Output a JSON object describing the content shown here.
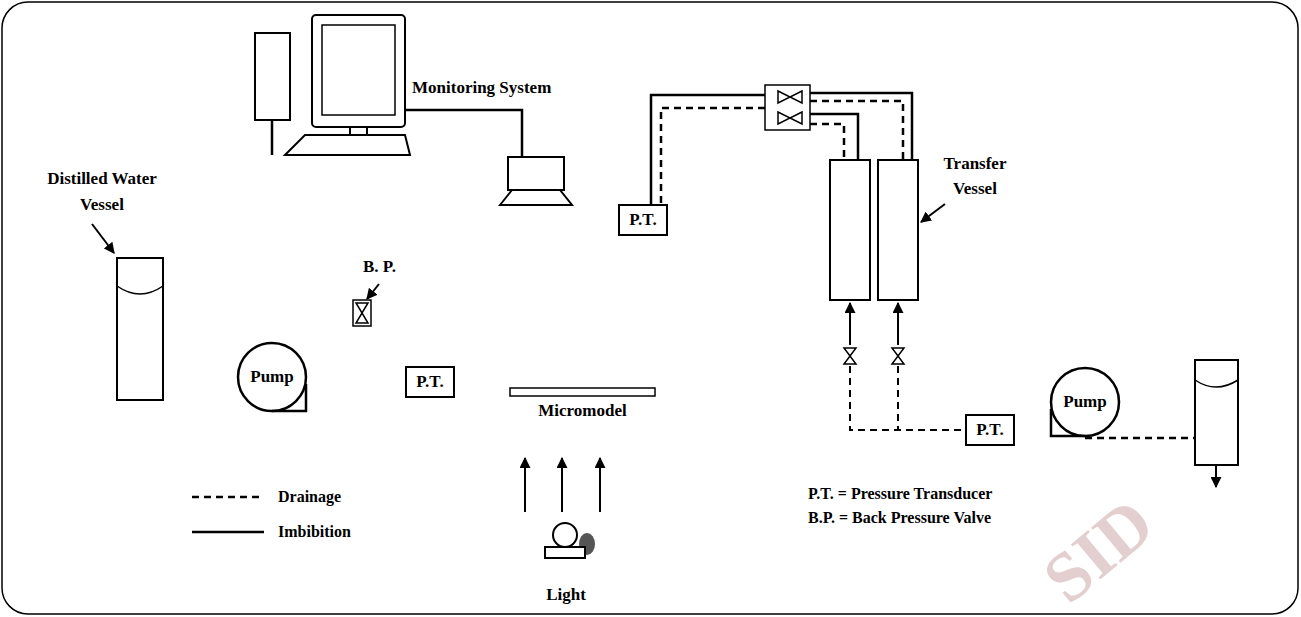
{
  "diagram": {
    "nodes": [
      {
        "text": [
          "Distilled Water Vessel"
        ]
      },
      {
        "text": [
          "Pump"
        ]
      },
      {
        "text": [
          "P.T."
        ]
      },
      {
        "text": [
          "B. P."
        ]
      },
      {
        "text": [
          "Micromodel"
        ]
      },
      {
        "text": [
          "Monitoring System"
        ]
      },
      {
        "text": [
          "P.T."
        ]
      },
      {
        "text": [
          "Transfer Vessel"
        ]
      },
      {
        "text": [
          "Pump"
        ]
      },
      {
        "text": [
          "P.T."
        ]
      },
      {
        "text": [
          "Light"
        ]
      }
    ],
    "edges": [
      {
        "from": 1,
        "to": 0,
        "arrow": "to"
      },
      {
        "from": 1,
        "to": 2,
        "arrow": "none"
      },
      {
        "from": 3,
        "to": 2,
        "arrow": "none"
      },
      {
        "from": 2,
        "to": 4,
        "arrow": "none"
      },
      {
        "from": 2,
        "to": 4,
        "arrow": "none"
      },
      {
        "from": 4,
        "to": 6,
        "arrow": "none"
      },
      {
        "from": 4,
        "to": 6,
        "arrow": "none"
      },
      {
        "from": 5,
        "to": 1,
        "arrow": "none"
      },
      {
        "from": 5,
        "to": 8,
        "arrow": "none"
      },
      {
        "from": 9,
        "to": 8,
        "arrow": "none"
      }
    ],
    "labels": [
      "P.T. = Pressure Transducer",
      "B.P. = Back Pressure Valve",
      "SID"
    ],
    "legend": [
      {
        "text": "Drainage"
      },
      {
        "text": "Imbibition"
      }
    ]
  }
}
